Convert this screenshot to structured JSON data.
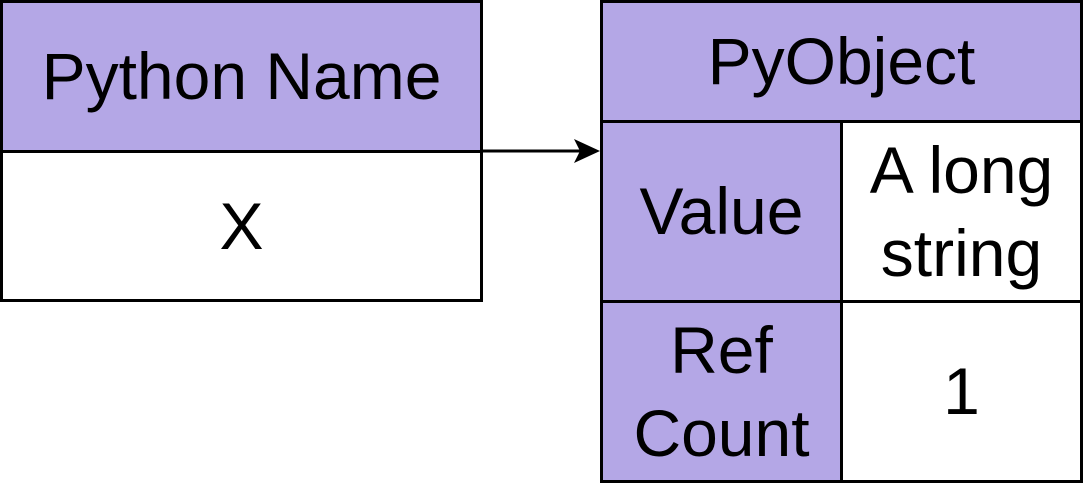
{
  "python_name": {
    "header": "Python Name",
    "value": "X"
  },
  "pyobject": {
    "header": "PyObject",
    "value_label": "Value",
    "value_text_line1": "A long",
    "value_text_line2": "string",
    "refcount_label_line1": "Ref",
    "refcount_label_line2": "Count",
    "refcount_value": "1"
  },
  "colors": {
    "header_fill": "#b4a7e6",
    "cell_fill": "#ffffff",
    "stroke": "#000000"
  }
}
